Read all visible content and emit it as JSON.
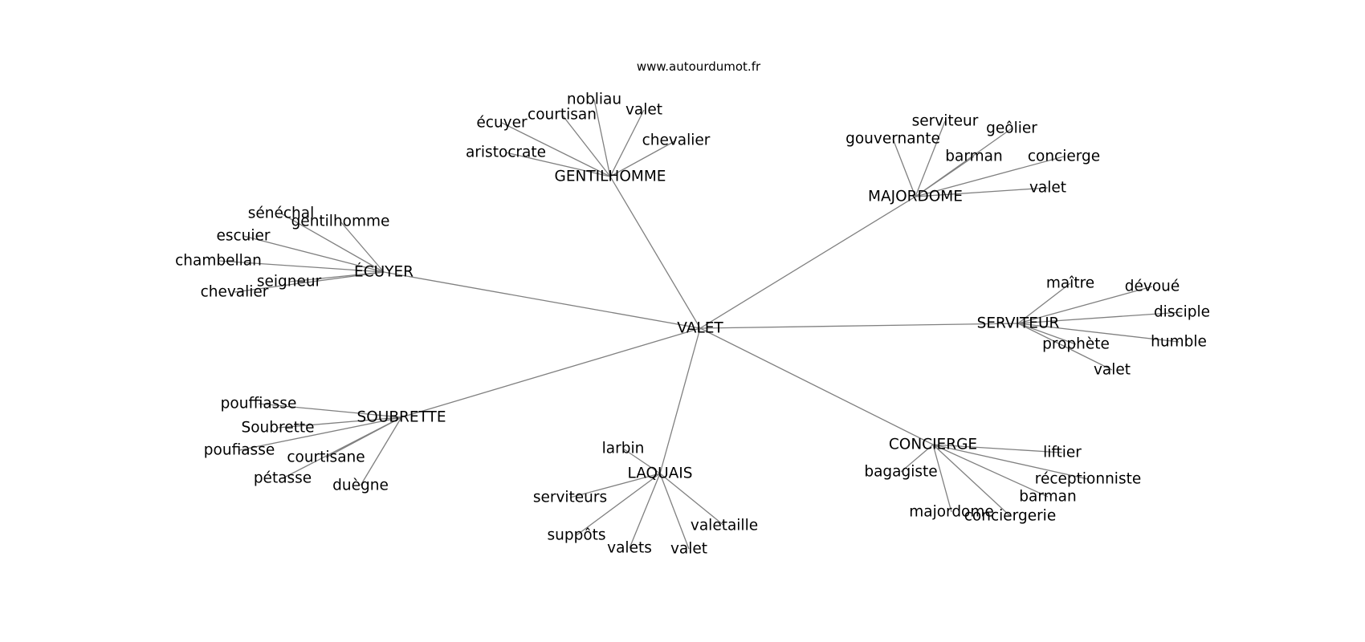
{
  "source": "www.autourdumot.fr",
  "graph": {
    "center": "VALET",
    "clusters": [
      {
        "label": "GENTILHOMME",
        "leaves": [
          "nobliau",
          "courtisan",
          "écuyer",
          "valet",
          "chevalier",
          "aristocrate"
        ]
      },
      {
        "label": "MAJORDOME",
        "leaves": [
          "serviteur",
          "geôlier",
          "gouvernante",
          "barman",
          "concierge",
          "valet"
        ]
      },
      {
        "label": "ÉCUYER",
        "leaves": [
          "sénéchal",
          "gentilhomme",
          "escuier",
          "chambellan",
          "seigneur",
          "chevalier"
        ]
      },
      {
        "label": "SERVITEUR",
        "leaves": [
          "maître",
          "dévoué",
          "disciple",
          "humble",
          "prophète",
          "valet"
        ]
      },
      {
        "label": "SOUBRETTE",
        "leaves": [
          "pouffiasse",
          "Soubrette",
          "poufiasse",
          "courtisane",
          "pétasse",
          "duègne"
        ]
      },
      {
        "label": "LAQUAIS",
        "leaves": [
          "larbin",
          "serviteurs",
          "suppôts",
          "valets",
          "valet",
          "valetaille"
        ]
      },
      {
        "label": "CONCIERGE",
        "leaves": [
          "liftier",
          "bagagiste",
          "réceptionniste",
          "barman",
          "majordome",
          "conciergerie"
        ]
      }
    ]
  }
}
